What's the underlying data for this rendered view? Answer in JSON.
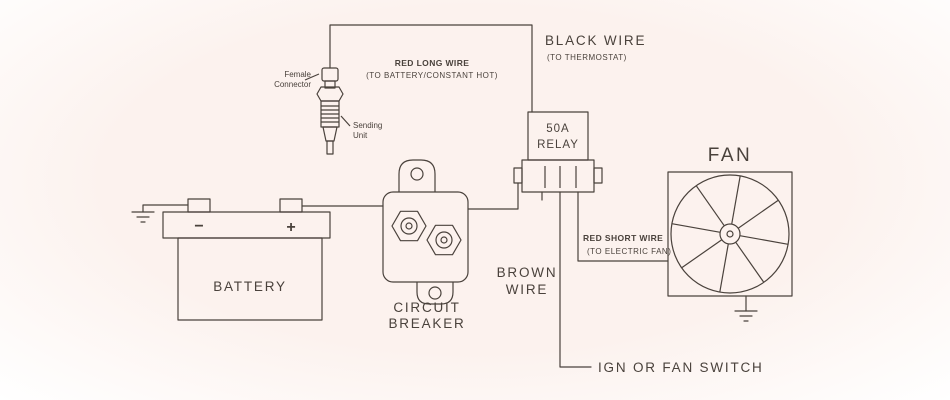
{
  "colors": {
    "background": "#fcf2ee",
    "line": "#4a423c",
    "text": "#4a423c"
  },
  "labels": {
    "female_connector_line1": "Female",
    "female_connector_line2": "Connector",
    "sending_unit_line1": "Sending",
    "sending_unit_line2": "Unit",
    "red_long_wire": "RED LONG WIRE",
    "red_long_wire_sub": "(TO BATTERY/CONSTANT HOT)",
    "black_wire": "BLACK WIRE",
    "black_wire_sub": "(TO THERMOSTAT)",
    "relay_line1": "50A",
    "relay_line2": "RELAY",
    "fan": "FAN",
    "red_short_wire": "RED SHORT WIRE",
    "red_short_wire_sub": "(TO ELECTRIC FAN)",
    "brown_wire_line1": "BROWN",
    "brown_wire_line2": "WIRE",
    "ign_or_fan_switch": "IGN OR FAN SWITCH",
    "battery": "BATTERY",
    "battery_minus": "−",
    "battery_plus": "+",
    "circuit_breaker_line1": "CIRCUIT",
    "circuit_breaker_line2": "BREAKER"
  }
}
